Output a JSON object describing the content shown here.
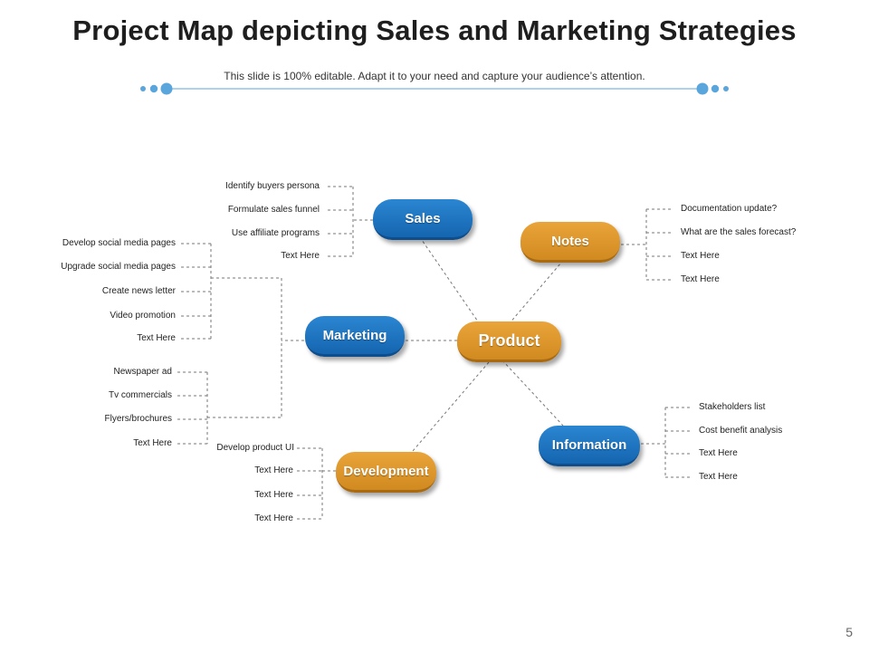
{
  "title": "Project Map depicting Sales and Marketing Strategies",
  "subtitle": "This slide is 100% editable. Adapt it to your need and capture your audience’s attention.",
  "page_number": "5",
  "colors": {
    "blue": "#1f77c8",
    "orange": "#dd9628",
    "divider": "#5aa6dc"
  },
  "nodes": {
    "product": "Product",
    "sales": "Sales",
    "notes": "Notes",
    "marketing": "Marketing",
    "information": "Information",
    "development": "Development"
  },
  "sales_items": [
    "Identify buyers persona",
    "Formulate sales funnel",
    "Use affiliate programs",
    "Text Here"
  ],
  "notes_items": [
    "Documentation update?",
    "What are the sales forecast?",
    "Text Here",
    "Text Here"
  ],
  "marketing_items_a": [
    "Develop social media pages",
    "Upgrade social media pages",
    "Create news letter",
    "Video promotion",
    "Text Here"
  ],
  "marketing_items_b": [
    "Newspaper ad",
    "Tv commercials",
    "Flyers/brochures",
    "Text Here"
  ],
  "information_items": [
    "Stakeholders list",
    "Cost benefit analysis",
    "Text Here",
    "Text Here"
  ],
  "development_items": [
    "Develop product UI",
    "Text Here",
    "Text Here",
    "Text Here"
  ]
}
